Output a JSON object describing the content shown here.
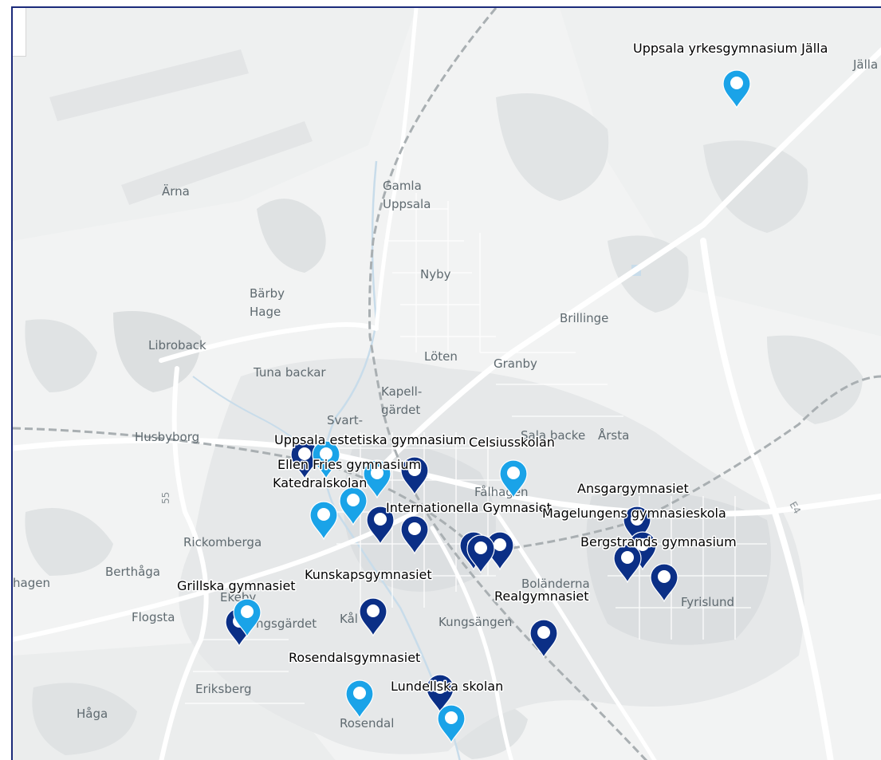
{
  "map": {
    "place_labels": [
      {
        "id": "arna",
        "text": "Ärna"
      },
      {
        "id": "gamla-uppsala-1",
        "text": "Gamla"
      },
      {
        "id": "gamla-uppsala-2",
        "text": "Uppsala"
      },
      {
        "id": "nyby",
        "text": "Nyby"
      },
      {
        "id": "barby-hage-1",
        "text": "Bärby"
      },
      {
        "id": "barby-hage-2",
        "text": "Hage"
      },
      {
        "id": "brillinge",
        "text": "Brillinge"
      },
      {
        "id": "libroback",
        "text": "Libroback"
      },
      {
        "id": "loten",
        "text": "Löten"
      },
      {
        "id": "granby",
        "text": "Granby"
      },
      {
        "id": "tuna-backar",
        "text": "Tuna backar"
      },
      {
        "id": "kapellgardet-1",
        "text": "Kapell-"
      },
      {
        "id": "kapellgardet-2",
        "text": "gärdet"
      },
      {
        "id": "svartback",
        "text": "Svart-"
      },
      {
        "id": "husbyborg",
        "text": "Husbyborg"
      },
      {
        "id": "salabacke",
        "text": "Sala backe"
      },
      {
        "id": "arsta",
        "text": "Årsta"
      },
      {
        "id": "falhagen",
        "text": "Fålhagen"
      },
      {
        "id": "rickomberga",
        "text": "Rickomberga"
      },
      {
        "id": "berthaga",
        "text": "Berthåga"
      },
      {
        "id": "hagen",
        "text": "hagen"
      },
      {
        "id": "ekeby",
        "text": "Ekeby"
      },
      {
        "id": "flogsta",
        "text": "Flogsta"
      },
      {
        "id": "kungsgardet",
        "text": "ngsgärdet"
      },
      {
        "id": "kap",
        "text": "Kål"
      },
      {
        "id": "kungsangen",
        "text": "Kungsängen"
      },
      {
        "id": "bolanderna",
        "text": "Boländerna"
      },
      {
        "id": "fyrislund",
        "text": "Fyrislund"
      },
      {
        "id": "eriksberg",
        "text": "Eriksberg"
      },
      {
        "id": "haga",
        "text": "Håga"
      },
      {
        "id": "rosendal",
        "text": "Rosendal"
      },
      {
        "id": "jalla",
        "text": "Jälla"
      }
    ],
    "road_labels": [
      {
        "id": "road-55",
        "text": "55"
      },
      {
        "id": "road-e4",
        "text": "E4"
      }
    ],
    "schools": [
      {
        "id": "uppsala-yrkesgymnasium-jalla",
        "text": "Uppsala yrkesgymnasium Jälla"
      },
      {
        "id": "uppsala-estetiska-gymnasium",
        "text": "Uppsala estetiska gymnasium"
      },
      {
        "id": "celsiusskolan",
        "text": "Celsiusskolan"
      },
      {
        "id": "ellen-fries-gymnasium",
        "text": "Ellen Fries gymnasium"
      },
      {
        "id": "katedralskolan",
        "text": "Katedralskolan"
      },
      {
        "id": "internationella-gymnasiet",
        "text": "Internationella Gymnasiet"
      },
      {
        "id": "ansgargymnasiet",
        "text": "Ansgargymnasiet"
      },
      {
        "id": "magelungens-gymnasieskola",
        "text": "Magelungens gymnasieskola"
      },
      {
        "id": "bergstrands-gymnasium",
        "text": "Bergstrands gymnasium"
      },
      {
        "id": "kunskapsgymnasiet",
        "text": "Kunskapsgymnasiet"
      },
      {
        "id": "grillska-gymnasiet",
        "text": "Grillska gymnasiet"
      },
      {
        "id": "realgymnasiet",
        "text": "Realgymnasiet"
      },
      {
        "id": "rosendalsgymnasiet",
        "text": "Rosendalsgymnasiet"
      },
      {
        "id": "lundellska-skolan",
        "text": "Lundellska skolan"
      }
    ],
    "marker_colors": {
      "dark": "#0b2f86",
      "light": "#1aa3e8"
    },
    "markers": [
      {
        "id": "m-jalla",
        "type": "light",
        "icon": "map-pin-icon"
      },
      {
        "id": "m-estetiska-a",
        "type": "dark",
        "icon": "map-pin-icon"
      },
      {
        "id": "m-estetiska-b",
        "type": "light",
        "icon": "map-pin-icon"
      },
      {
        "id": "m-ellenfries",
        "type": "light",
        "icon": "map-pin-icon"
      },
      {
        "id": "m-center-dark-1",
        "type": "dark",
        "icon": "map-pin-icon"
      },
      {
        "id": "m-celsius",
        "type": "light",
        "icon": "map-pin-icon"
      },
      {
        "id": "m-katedral",
        "type": "light",
        "icon": "map-pin-icon"
      },
      {
        "id": "m-katedral-b",
        "type": "light",
        "icon": "map-pin-icon"
      },
      {
        "id": "m-internationella",
        "type": "dark",
        "icon": "map-pin-icon"
      },
      {
        "id": "m-center-dark-2",
        "type": "dark",
        "icon": "map-pin-icon"
      },
      {
        "id": "m-station-1",
        "type": "dark",
        "icon": "map-pin-icon"
      },
      {
        "id": "m-station-2",
        "type": "dark",
        "icon": "map-pin-icon"
      },
      {
        "id": "m-station-3",
        "type": "dark",
        "icon": "map-pin-icon"
      },
      {
        "id": "m-ansgar",
        "type": "dark",
        "icon": "map-pin-icon"
      },
      {
        "id": "m-bergstrand-1",
        "type": "dark",
        "icon": "map-pin-icon"
      },
      {
        "id": "m-bergstrand-2",
        "type": "dark",
        "icon": "map-pin-icon"
      },
      {
        "id": "m-bergstrand-3",
        "type": "dark",
        "icon": "map-pin-icon"
      },
      {
        "id": "m-grillska-a",
        "type": "dark",
        "icon": "map-pin-icon"
      },
      {
        "id": "m-grillska-b",
        "type": "light",
        "icon": "map-pin-icon"
      },
      {
        "id": "m-kunskaps",
        "type": "dark",
        "icon": "map-pin-icon"
      },
      {
        "id": "m-real",
        "type": "dark",
        "icon": "map-pin-icon"
      },
      {
        "id": "m-rosendal",
        "type": "light",
        "icon": "map-pin-icon"
      },
      {
        "id": "m-lundell-a",
        "type": "dark",
        "icon": "map-pin-icon"
      },
      {
        "id": "m-lundell-b",
        "type": "light",
        "icon": "map-pin-icon"
      }
    ]
  }
}
